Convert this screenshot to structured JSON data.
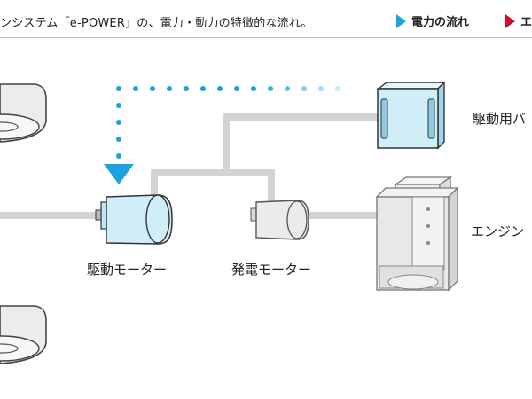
{
  "caption": {
    "text": "ンシステム「e-POWER」の、電力・動力の特徴的な流れ。"
  },
  "legend": {
    "electric_label": "電力の流れ",
    "engine_label": "エ",
    "electric_color": "#1aa3e0",
    "engine_color": "#c8102e"
  },
  "labels": {
    "drive_motor": "駆動モーター",
    "generator": "発電モーター",
    "inverter": "駆動用バ",
    "engine": "エンジン"
  },
  "colors": {
    "connector": "#d3d3d3",
    "motor_fill": "#cfeef8",
    "motor_stroke": "#333333",
    "flow_arrow": "#1aa3e0",
    "component_gray": "#e6e6e6"
  }
}
